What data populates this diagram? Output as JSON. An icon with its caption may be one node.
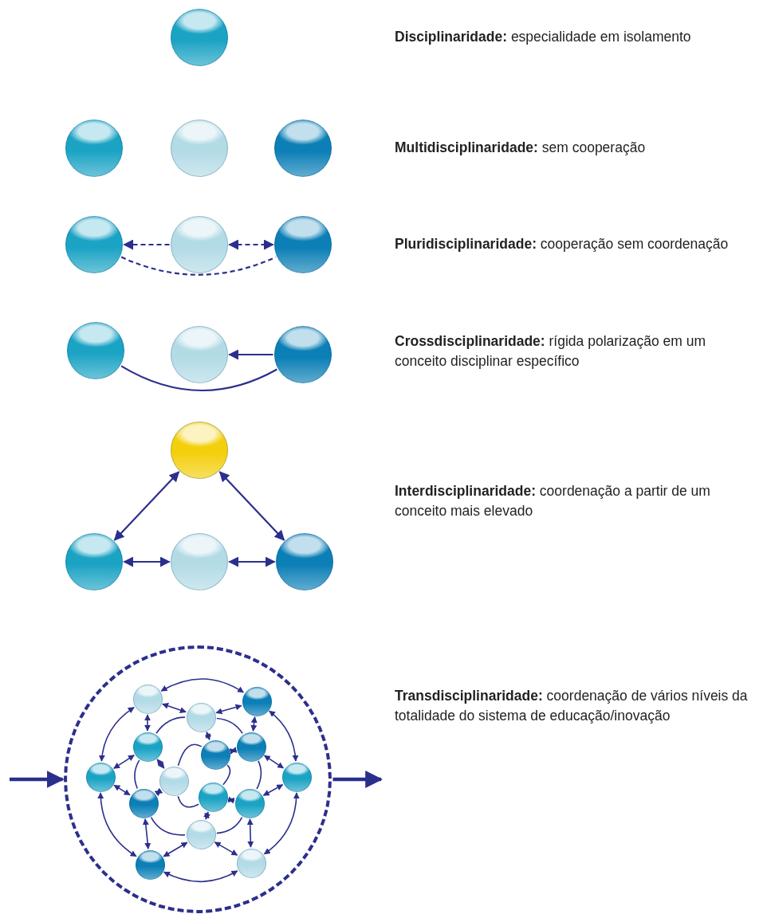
{
  "diagram": {
    "nodes": [
      {
        "text": [],
        "shape": "circle"
      },
      {
        "text": [],
        "shape": "circle"
      },
      {
        "text": [],
        "shape": "circle"
      },
      {
        "text": [],
        "shape": "circle"
      },
      {
        "text": [],
        "shape": "circle"
      },
      {
        "text": [],
        "shape": "circle"
      },
      {
        "text": [],
        "shape": "circle"
      },
      {
        "text": [],
        "shape": "circle"
      },
      {
        "text": [],
        "shape": "circle"
      },
      {
        "text": [],
        "shape": "circle"
      },
      {
        "text": [],
        "shape": "circle"
      },
      {
        "text": [],
        "shape": "circle"
      },
      {
        "text": [],
        "shape": "circle"
      },
      {
        "text": [],
        "shape": "circle"
      },
      {
        "text": [],
        "shape": "circle"
      },
      {
        "text": [],
        "shape": "circle",
        "in": 14
      },
      {
        "text": [],
        "shape": "circle",
        "in": 14
      },
      {
        "text": [],
        "shape": "circle",
        "in": 14
      },
      {
        "text": [],
        "shape": "circle",
        "in": 14
      },
      {
        "text": [],
        "shape": "circle",
        "in": 14
      },
      {
        "text": [],
        "shape": "circle",
        "in": 14
      },
      {
        "text": [],
        "shape": "circle",
        "in": 14
      },
      {
        "text": [],
        "shape": "circle",
        "in": 14
      },
      {
        "text": [],
        "shape": "circle",
        "in": 14
      },
      {
        "text": [],
        "shape": "circle",
        "in": 14
      },
      {
        "text": [],
        "shape": "circle",
        "in": 14
      },
      {
        "text": [],
        "shape": "circle",
        "in": 14
      },
      {
        "text": [],
        "shape": "circle",
        "in": 14
      },
      {
        "text": [],
        "shape": "circle",
        "in": 14
      },
      {
        "text": [],
        "shape": "circle",
        "in": 14
      }
    ],
    "edges": [
      {
        "from": 5,
        "to": 4,
        "arrow": "to",
        "style": "dashed"
      },
      {
        "from": 5,
        "to": 6,
        "arrow": "both",
        "style": "dashed"
      },
      {
        "from": 4,
        "to": 6,
        "arrow": "none",
        "style": "dashed"
      },
      {
        "from": 9,
        "to": 8,
        "arrow": "to"
      },
      {
        "from": 7,
        "to": 9,
        "arrow": "none"
      },
      {
        "from": 10,
        "to": 11,
        "arrow": "both"
      },
      {
        "from": 10,
        "to": 13,
        "arrow": "both"
      },
      {
        "from": 11,
        "to": 12,
        "arrow": "both"
      },
      {
        "from": 12,
        "to": 13,
        "arrow": "both"
      },
      {
        "from": null,
        "to": 14,
        "arrow": "to",
        "style": "thick"
      },
      {
        "from": 14,
        "to": null,
        "arrow": "to",
        "style": "thick"
      },
      {
        "from": 15,
        "to": 16,
        "arrow": "both"
      },
      {
        "from": 16,
        "to": 23,
        "arrow": "both"
      },
      {
        "from": 23,
        "to": 29,
        "arrow": "both"
      },
      {
        "from": 29,
        "to": 28,
        "arrow": "both"
      },
      {
        "from": 28,
        "to": 21,
        "arrow": "both"
      },
      {
        "from": 21,
        "to": 15,
        "arrow": "both"
      },
      {
        "from": 15,
        "to": 17,
        "arrow": "both"
      },
      {
        "from": 17,
        "to": 16,
        "arrow": "both"
      },
      {
        "from": 15,
        "to": 18,
        "arrow": "both"
      },
      {
        "from": 16,
        "to": 19,
        "arrow": "both"
      },
      {
        "from": 21,
        "to": 18,
        "arrow": "both"
      },
      {
        "from": 21,
        "to": 24,
        "arrow": "both"
      },
      {
        "from": 23,
        "to": 19,
        "arrow": "both"
      },
      {
        "from": 23,
        "to": 26,
        "arrow": "both"
      },
      {
        "from": 28,
        "to": 24,
        "arrow": "both"
      },
      {
        "from": 28,
        "to": 27,
        "arrow": "both"
      },
      {
        "from": 29,
        "to": 27,
        "arrow": "both"
      },
      {
        "from": 29,
        "to": 26,
        "arrow": "both"
      },
      {
        "from": 18,
        "to": 17,
        "arrow": "none"
      },
      {
        "from": 17,
        "to": 19,
        "arrow": "none"
      },
      {
        "from": 19,
        "to": 26,
        "arrow": "none"
      },
      {
        "from": 26,
        "to": 27,
        "arrow": "none"
      },
      {
        "from": 27,
        "to": 24,
        "arrow": "none"
      },
      {
        "from": 24,
        "to": 18,
        "arrow": "none"
      },
      {
        "from": 17,
        "to": 20,
        "arrow": "both"
      },
      {
        "from": 20,
        "to": 19,
        "arrow": "both"
      },
      {
        "from": 18,
        "to": 22,
        "arrow": "both"
      },
      {
        "from": 24,
        "to": 22,
        "arrow": "both"
      },
      {
        "from": 25,
        "to": 26,
        "arrow": "both"
      },
      {
        "from": 25,
        "to": 27,
        "arrow": "both"
      },
      {
        "from": 20,
        "to": 22,
        "arrow": "none"
      },
      {
        "from": 22,
        "to": 25,
        "arrow": "none"
      },
      {
        "from": 25,
        "to": 20,
        "arrow": "none"
      }
    ],
    "labels": [
      "**Disciplinaridade:** especialidade em isolamento",
      "**Multidisciplinaridade:** sem cooperação",
      "**Pluridisciplinaridade:** cooperação sem coordenação",
      "**Crossdisciplinaridade:** rígida polarização em um conceito disciplinar específico",
      "**Interdisciplinaridade:** coordenação a partir de um conceito mais elevado",
      "**Transdisciplinaridade:** coordenação de vários níveis da totalidade do sistema de educação/inovação"
    ]
  }
}
